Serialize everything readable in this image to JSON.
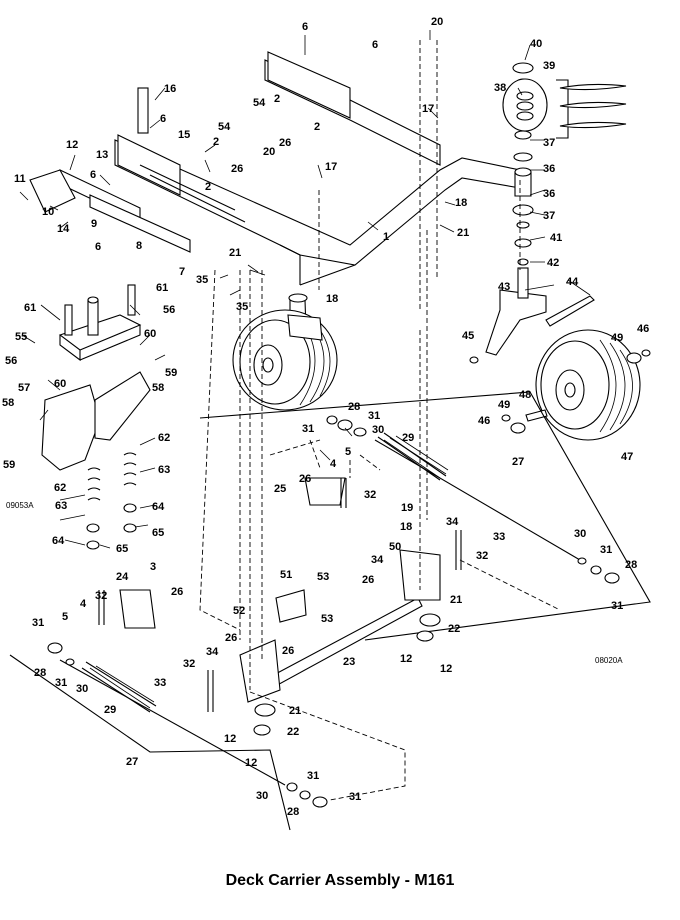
{
  "caption": "Deck Carrier Assembly - M161",
  "reference_codes": [
    "09053A",
    "08020A"
  ],
  "callouts": [
    "1",
    "2",
    "3",
    "4",
    "5",
    "6",
    "7",
    "8",
    "9",
    "10",
    "11",
    "12",
    "13",
    "14",
    "15",
    "16",
    "17",
    "18",
    "19",
    "20",
    "21",
    "22",
    "23",
    "24",
    "25",
    "26",
    "27",
    "28",
    "29",
    "30",
    "31",
    "32",
    "33",
    "34",
    "35",
    "36",
    "37",
    "38",
    "39",
    "40",
    "41",
    "42",
    "43",
    "44",
    "45",
    "46",
    "47",
    "48",
    "49",
    "50",
    "51",
    "52",
    "53",
    "54",
    "55",
    "56",
    "57",
    "58",
    "59",
    "60",
    "61",
    "62",
    "63",
    "64",
    "65"
  ]
}
